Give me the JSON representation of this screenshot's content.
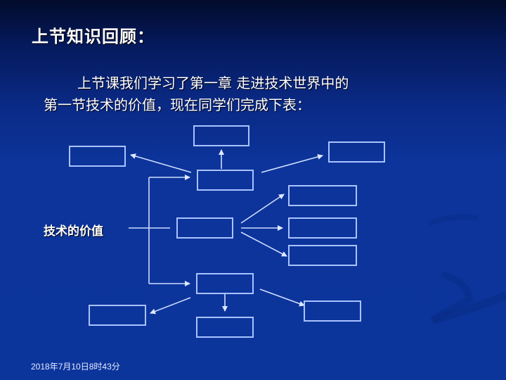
{
  "slide": {
    "title": "上节知识回顾：",
    "paragraph": {
      "line1": "上节课我们学习了第一章  走进技术世界中的",
      "line2": "第一节技术的价值，现在同学们完成下表："
    },
    "diagram": {
      "root_label": "技术的价值",
      "boxes": [
        {
          "id": "top-center",
          "text": ""
        },
        {
          "id": "upper-left",
          "text": ""
        },
        {
          "id": "upper-right",
          "text": ""
        },
        {
          "id": "upper-mid",
          "text": ""
        },
        {
          "id": "center",
          "text": ""
        },
        {
          "id": "center-right-1",
          "text": ""
        },
        {
          "id": "center-right-2",
          "text": ""
        },
        {
          "id": "center-right-3",
          "text": ""
        },
        {
          "id": "lower-mid",
          "text": ""
        },
        {
          "id": "lower-left",
          "text": ""
        },
        {
          "id": "lower-center",
          "text": ""
        },
        {
          "id": "lower-right",
          "text": ""
        }
      ]
    },
    "footer_timestamp": "2018年7月10日8时43分",
    "colors": {
      "background": "#0c359c",
      "box_border": "#a9c3ff",
      "text": "#ffffff"
    }
  }
}
